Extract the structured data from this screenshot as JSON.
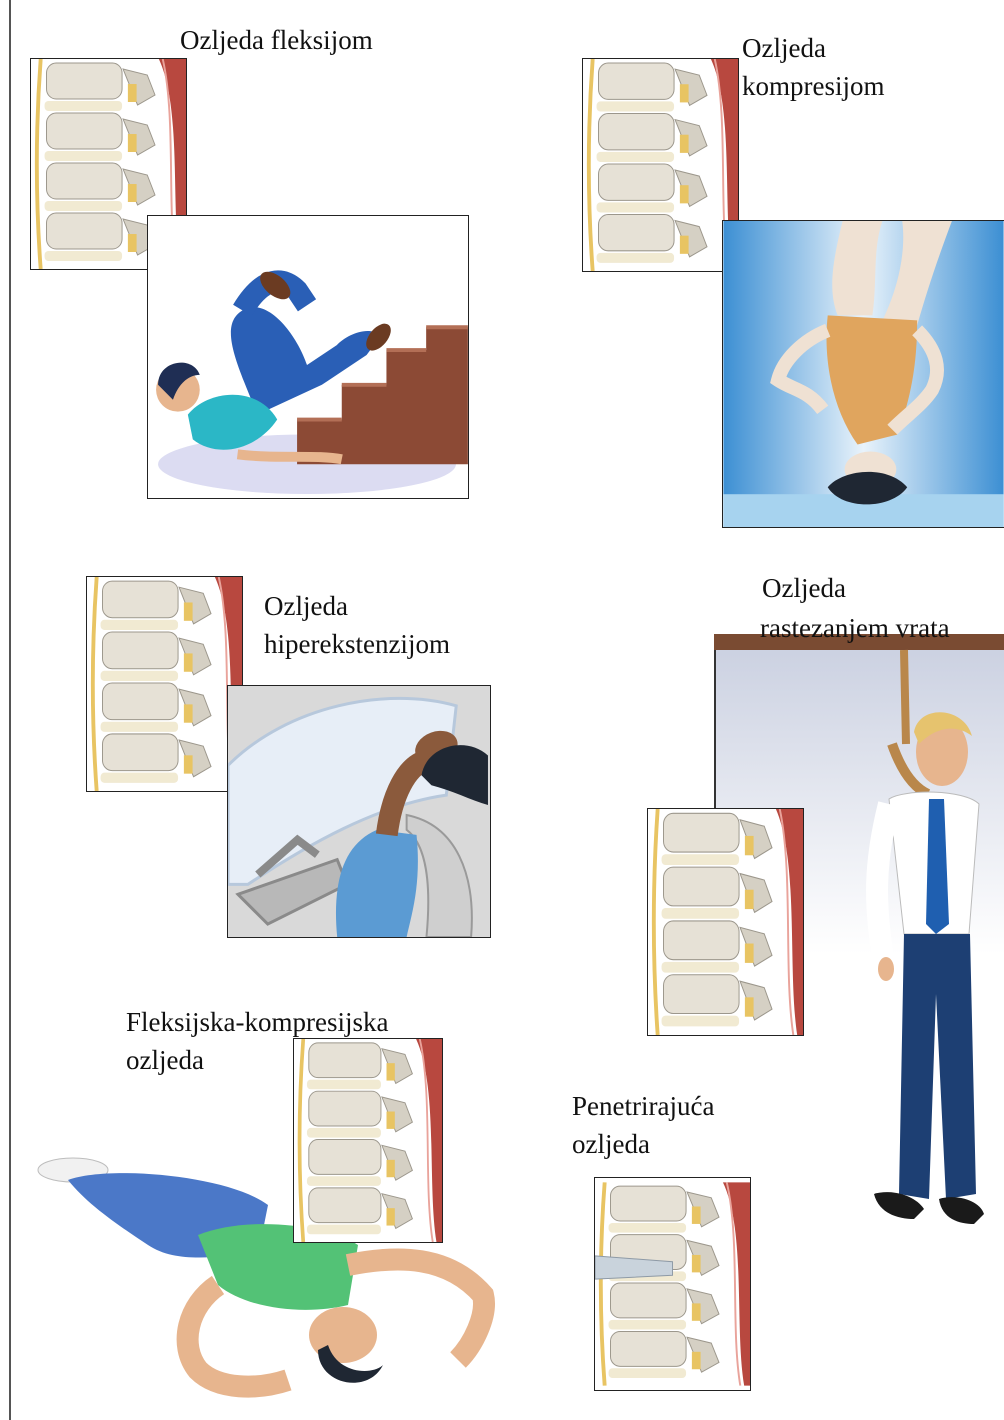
{
  "labels": {
    "flexion": "Ozljeda fleksijom",
    "compression_1": "Ozljeda",
    "compression_2": "kompresijom",
    "hyperextension_1": "Ozljeda",
    "hyperextension_2": "hiperekstenzijom",
    "neck_stretch_1": "Ozljeda",
    "neck_stretch_2": "rastezanjem vrata",
    "flexion_compression_1": "Fleksijska-kompresijska",
    "flexion_compression_2": "ozljeda",
    "penetrating_1": "Penetrirajuća",
    "penetrating_2": "ozljeda"
  },
  "colors": {
    "bone": "#e6e1d6",
    "disc": "#f1ead2",
    "ligament": "#e8c463",
    "muscle": "#b8483f",
    "skin": "#e7b58e",
    "stairs": "#8c4a35"
  }
}
